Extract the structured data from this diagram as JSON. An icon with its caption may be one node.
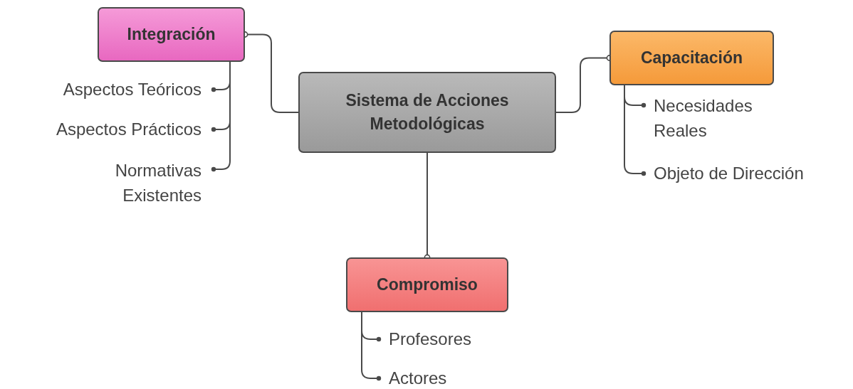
{
  "diagram": {
    "nodes": [
      {
        "text": [
          "Sistema de Acciones Metodológicas"
        ]
      },
      {
        "text": [
          "Integración"
        ]
      },
      {
        "text": [
          "Aspectos Teóricos"
        ]
      },
      {
        "text": [
          "Aspectos Prácticos"
        ]
      },
      {
        "text": [
          "Normativas Existentes"
        ]
      },
      {
        "text": [
          "Capacitación"
        ]
      },
      {
        "text": [
          "Necesidades Reales"
        ]
      },
      {
        "text": [
          "Objeto de Dirección"
        ]
      },
      {
        "text": [
          "Compromiso"
        ]
      },
      {
        "text": [
          "Profesores"
        ]
      },
      {
        "text": [
          "Actores"
        ]
      }
    ],
    "edges": [
      {
        "from": 0,
        "to": 1,
        "arrow": "other"
      },
      {
        "from": 1,
        "to": 2,
        "arrow": "other"
      },
      {
        "from": 1,
        "to": 3,
        "arrow": "other"
      },
      {
        "from": 1,
        "to": 4,
        "arrow": "other"
      },
      {
        "from": 0,
        "to": 5,
        "arrow": "other"
      },
      {
        "from": 5,
        "to": 6,
        "arrow": "other"
      },
      {
        "from": 5,
        "to": 7,
        "arrow": "other"
      },
      {
        "from": 0,
        "to": 8,
        "arrow": "other"
      },
      {
        "from": 8,
        "to": 9,
        "arrow": "other"
      },
      {
        "from": 8,
        "to": 10,
        "arrow": "other"
      }
    ]
  }
}
